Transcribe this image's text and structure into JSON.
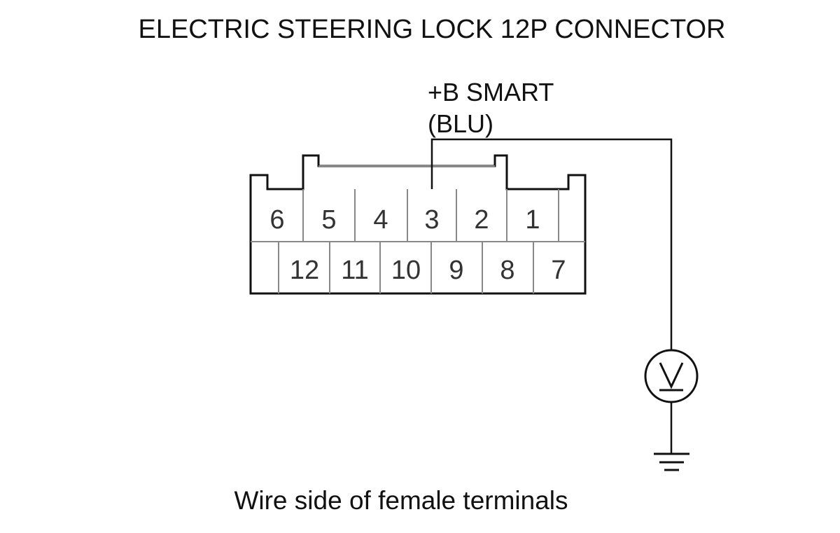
{
  "title": "ELECTRIC STEERING LOCK 12P CONNECTOR",
  "wire_label": {
    "signal": "+B SMART",
    "color": "(BLU)"
  },
  "connector": {
    "top_row": [
      "6",
      "5",
      "4",
      "3",
      "2",
      "1"
    ],
    "bottom_row": [
      "12",
      "11",
      "10",
      "9",
      "8",
      "7"
    ],
    "probed_terminal": "3"
  },
  "meter": {
    "symbol": "V"
  },
  "caption": "Wire side of female terminals"
}
